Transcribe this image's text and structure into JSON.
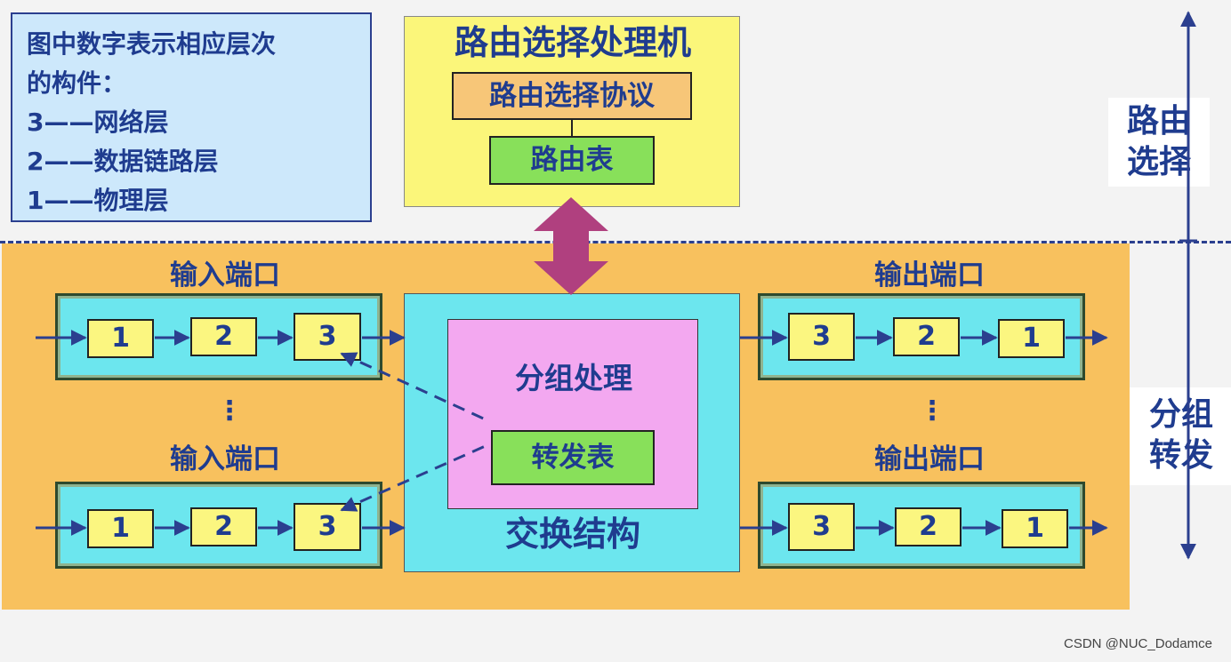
{
  "legend": {
    "lines": [
      "图中数字表示相应层次",
      "的构件：",
      "3——网络层",
      "2——数据链路层",
      "1——物理层"
    ]
  },
  "routing_processor": {
    "title": "路由选择处理机",
    "protocol": "路由选择协议",
    "routing_table": "路由表"
  },
  "side_labels": {
    "routing": [
      "路由",
      "选择"
    ],
    "forwarding": [
      "分组",
      "转发"
    ]
  },
  "input_ports": [
    {
      "label": "输入端口",
      "layers": [
        "1",
        "2",
        "3"
      ]
    },
    {
      "label": "输入端口",
      "layers": [
        "1",
        "2",
        "3"
      ]
    }
  ],
  "output_ports": [
    {
      "label": "输出端口",
      "layers": [
        "3",
        "2",
        "1"
      ]
    },
    {
      "label": "输出端口",
      "layers": [
        "3",
        "2",
        "1"
      ]
    }
  ],
  "ellipsis": "⋮",
  "switch_fabric": {
    "title": "交换结构",
    "packet_processing": "分组处理",
    "forwarding_table": "转发表"
  },
  "watermark": "CSDN @NUC_Dodamce",
  "colors": {
    "text": "#1f3c8f",
    "arrow_double": "#b0407f",
    "port_fill": "#6ce6ee",
    "forward_bg": "#f8c15e"
  }
}
